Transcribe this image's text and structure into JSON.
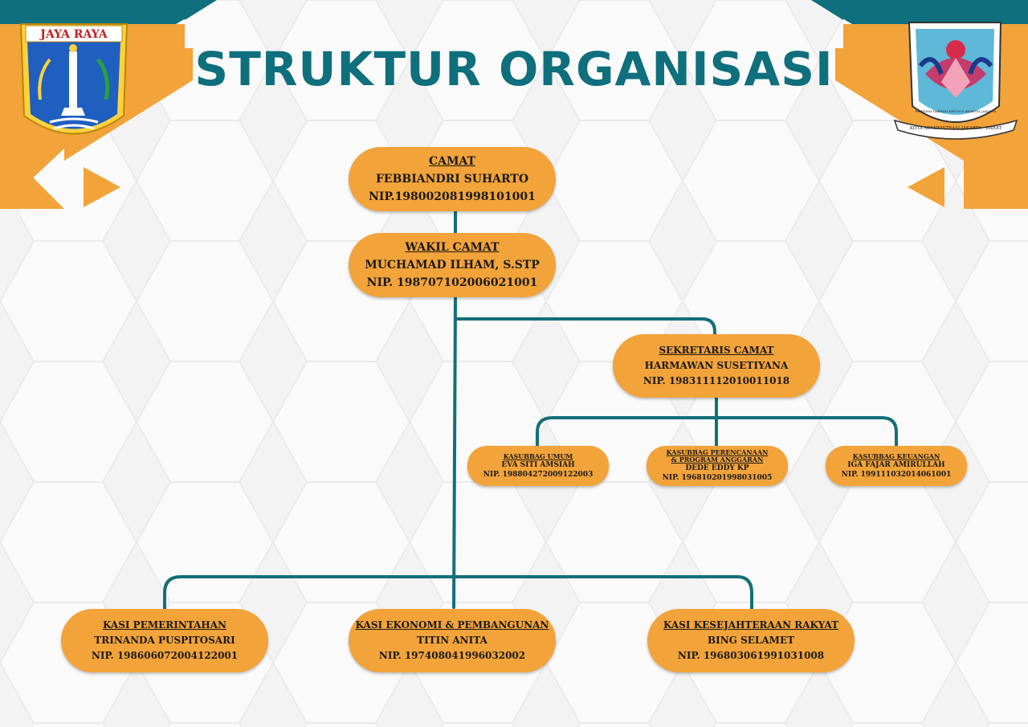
{
  "page": {
    "title": "STRUKTUR ORGANISASI"
  },
  "logos": {
    "left_banner": "JAYA RAYA",
    "right_scroll_text": "KOTA ADMINISTRASI JAKARTA - BARAT",
    "right_inner_text": "PROPINSI DAERAH KHUSUS IBUKOTA JAKARTA"
  },
  "colors": {
    "teal": "#0f6f7c",
    "orange": "#f2a33a",
    "line": "#136f7a"
  },
  "org": {
    "camat": {
      "position": "CAMAT",
      "name": "FEBBIANDRI SUHARTO",
      "nip": "NIP.198002081998101001"
    },
    "wakil": {
      "position": "WAKIL CAMAT",
      "name": "MUCHAMAD ILHAM, S.STP",
      "nip": "NIP. 198707102006021001"
    },
    "sekretaris": {
      "position": "SEKRETARIS CAMAT",
      "name": "HARMAWAN SUSETIYANA",
      "nip": "NIP. 198311112010011018"
    },
    "kasubbag": [
      {
        "position": "KASUBBAG UMUM",
        "position2": "",
        "name": "EVA SITI AMSIAH",
        "nip": "NIP. 198804272009122003"
      },
      {
        "position": "KASUBBAG PERENCANAAN",
        "position2": "& PROGRAM ANGGARAN",
        "name": "DEDE EDDY KP",
        "nip": "NIP. 196810201998031005"
      },
      {
        "position": "KASUBBAG KEUANGAN",
        "position2": "",
        "name": "IGA FAJAR AMIRULLAH",
        "nip": "NIP. 199111032014061001"
      }
    ],
    "kasi": [
      {
        "position": "KASI PEMERINTAHAN",
        "name": "TRINANDA PUSPITOSARI",
        "nip": "NIP. 198606072004122001"
      },
      {
        "position": "KASI EKONOMI & PEMBANGUNAN",
        "name": "TITIN ANITA",
        "nip": "NIP. 197408041996032002"
      },
      {
        "position": "KASI KESEJAHTERAAN RAKYAT",
        "name": "BING SELAMET",
        "nip": "NIP. 196803061991031008"
      }
    ]
  }
}
